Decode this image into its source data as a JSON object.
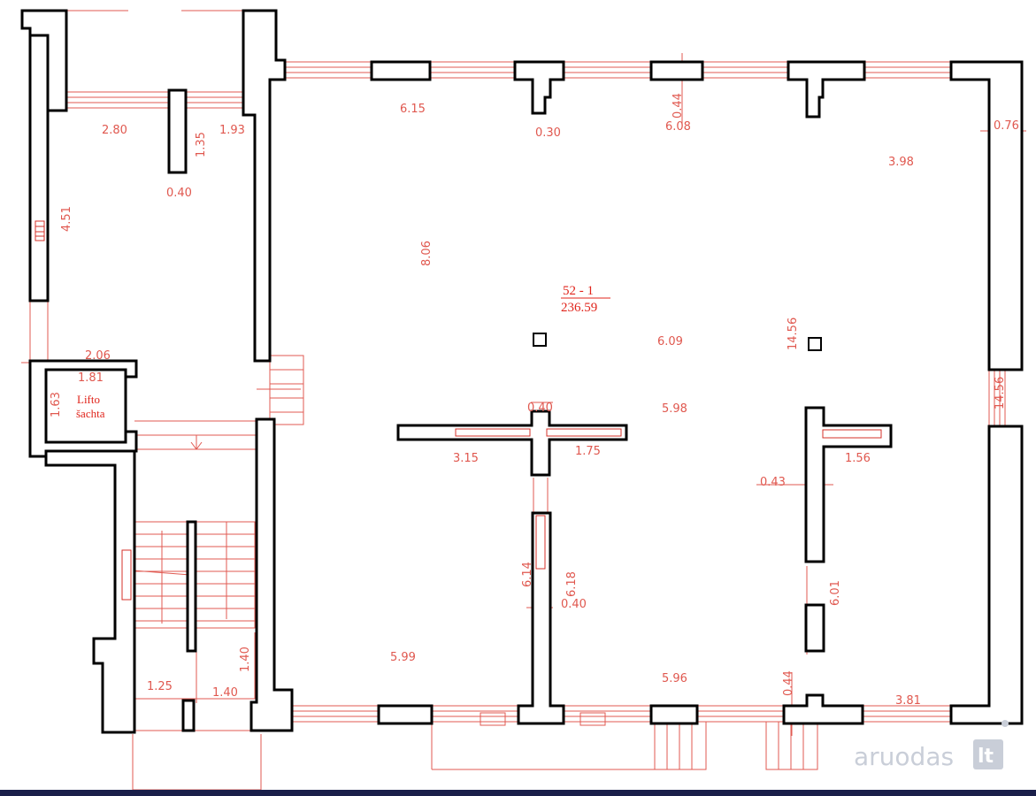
{
  "plan": {
    "room_id": "52 - 1",
    "room_area": "236.59",
    "lift_label_line1": "Lifto",
    "lift_label_line2": "šachta"
  },
  "dimensions": [
    {
      "id": "d-615",
      "text": "6.15"
    },
    {
      "id": "d-030",
      "text": "0.30"
    },
    {
      "id": "d-044-top",
      "text": "0.44"
    },
    {
      "id": "d-608",
      "text": "6.08"
    },
    {
      "id": "d-076",
      "text": "0.76"
    },
    {
      "id": "d-398",
      "text": "3.98"
    },
    {
      "id": "d-280",
      "text": "2.80"
    },
    {
      "id": "d-135",
      "text": "1.35"
    },
    {
      "id": "d-193",
      "text": "1.93"
    },
    {
      "id": "d-040-left",
      "text": "0.40"
    },
    {
      "id": "d-451",
      "text": "4.51"
    },
    {
      "id": "d-806",
      "text": "8.06"
    },
    {
      "id": "d-609",
      "text": "6.09"
    },
    {
      "id": "d-1456-mid",
      "text": "14.56"
    },
    {
      "id": "d-1456-right",
      "text": "14.56"
    },
    {
      "id": "d-206",
      "text": "2.06"
    },
    {
      "id": "d-181",
      "text": "1.81"
    },
    {
      "id": "d-163",
      "text": "1.63"
    },
    {
      "id": "d-040-mid",
      "text": "0.40"
    },
    {
      "id": "d-598",
      "text": "5.98"
    },
    {
      "id": "d-315",
      "text": "3.15"
    },
    {
      "id": "d-175",
      "text": "1.75"
    },
    {
      "id": "d-156",
      "text": "1.56"
    },
    {
      "id": "d-043",
      "text": "0.43"
    },
    {
      "id": "d-614",
      "text": "6.14"
    },
    {
      "id": "d-618",
      "text": "6.18"
    },
    {
      "id": "d-040-low",
      "text": "0.40"
    },
    {
      "id": "d-601",
      "text": "6.01"
    },
    {
      "id": "d-599",
      "text": "5.99"
    },
    {
      "id": "d-596",
      "text": "5.96"
    },
    {
      "id": "d-044-bot",
      "text": "0.44"
    },
    {
      "id": "d-381",
      "text": "3.81"
    },
    {
      "id": "d-140-v",
      "text": "1.40"
    },
    {
      "id": "d-125",
      "text": "1.25"
    },
    {
      "id": "d-140-h",
      "text": "1.40"
    }
  ],
  "watermark": {
    "brand": "aruodas",
    "suffix": "lt"
  },
  "colors": {
    "walls": "#000000",
    "dimension_lines": "#e05a52",
    "room_label": "#e0241b",
    "watermark": "#c9ced8",
    "footer_bar": "#1a1f4a"
  }
}
